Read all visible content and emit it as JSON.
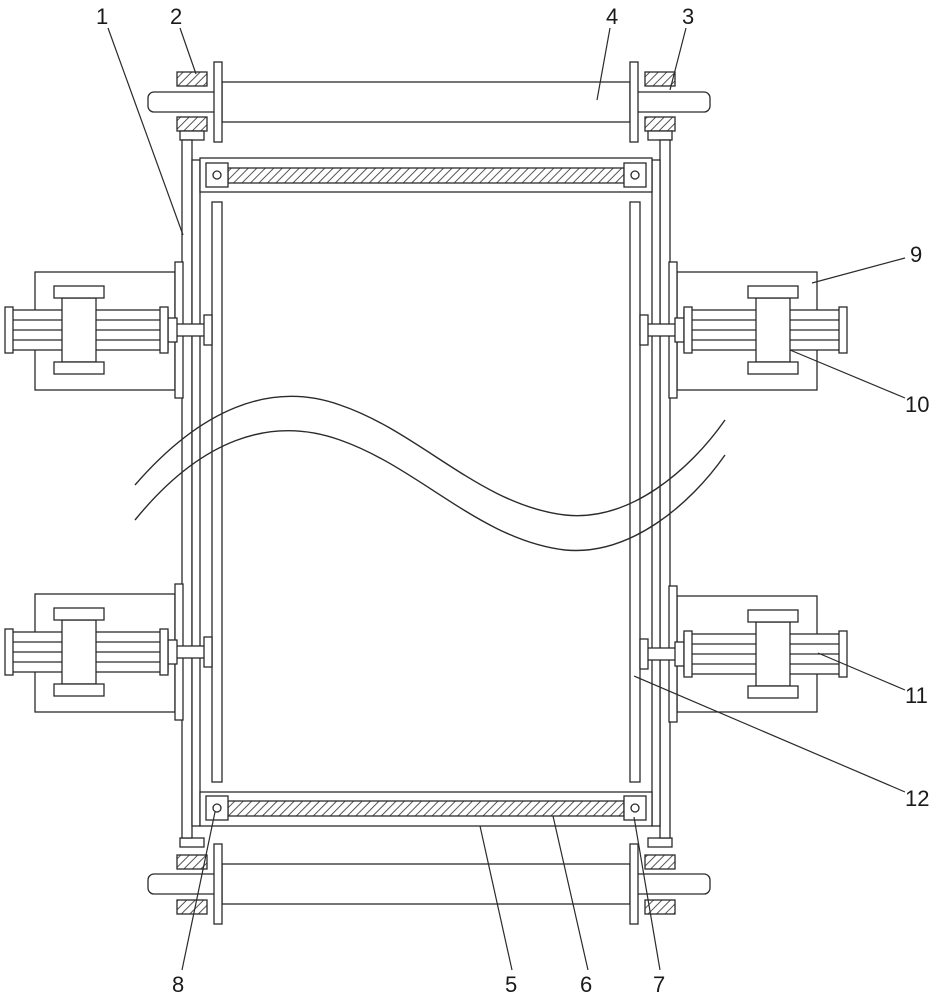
{
  "diagram": {
    "line_color": "#2b2b2b",
    "fill_color": "#ffffff",
    "hatch_color": "#555555",
    "labels": {
      "l1": "1",
      "l2": "2",
      "l3": "3",
      "l4": "4",
      "l5": "5",
      "l6": "6",
      "l7": "7",
      "l8": "8",
      "l9": "9",
      "l10": "10",
      "l11": "11",
      "l12": "12"
    }
  }
}
